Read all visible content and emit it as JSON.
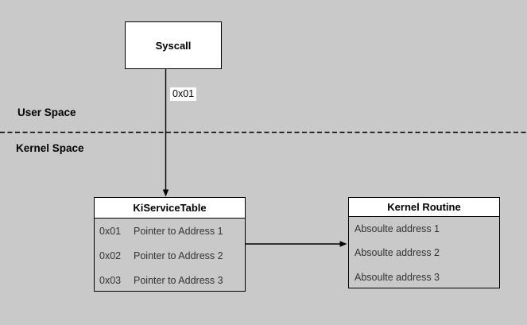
{
  "labels": {
    "user_space": "User Space",
    "kernel_space": "Kernel Space"
  },
  "syscall": {
    "title": "Syscall"
  },
  "edge_label": "0x01",
  "service_table": {
    "title": "KiServiceTable",
    "rows": [
      {
        "index": "0x01",
        "value": "Pointer to Address 1"
      },
      {
        "index": "0x02",
        "value": "Pointer to Address 2"
      },
      {
        "index": "0x03",
        "value": "Pointer to Address 3"
      }
    ]
  },
  "kernel_routine": {
    "title": "Kernel Routine",
    "rows": [
      "Absoulte address 1",
      "Absoulte address 2",
      "Absoulte address 3"
    ]
  },
  "colors": {
    "canvas_background": "#c9c9c9",
    "shape_fill": "#ffffff",
    "stroke": "#000000",
    "body_text": "#333333"
  }
}
